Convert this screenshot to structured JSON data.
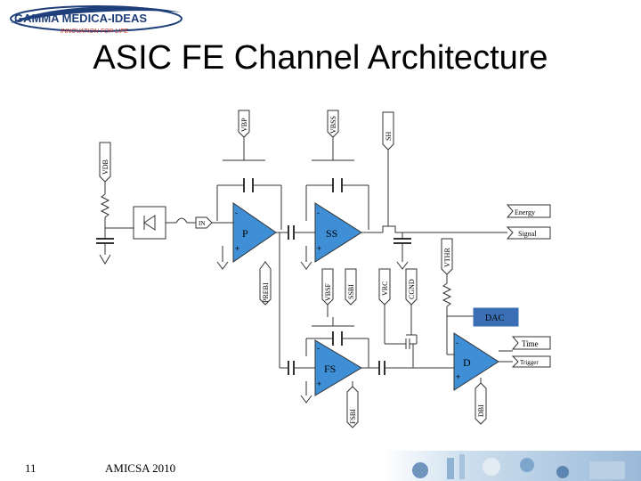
{
  "logo": {
    "company": "GAMMA MEDICA-IDEAS",
    "tagline": "INNOVATION FOR LIFE"
  },
  "title": "ASIC FE Channel Architecture",
  "diagram": {
    "vdb": "VDB",
    "vbp": "VBP",
    "vbss": "VBSS",
    "sh": "SH",
    "in": "IN",
    "p": "P",
    "ss": "SS",
    "prebi": "PREBI",
    "vbsf": "VBSF",
    "ssbi": "SSBI",
    "vrc": "VRC",
    "cgnd": "CGND",
    "vthr": "VTHR",
    "dac": "DAC",
    "energy": "Energy",
    "signal": "Signal",
    "time": "Time",
    "trigger": "Trigger",
    "fs": "FS",
    "d": "D",
    "fsbi": "FSBI",
    "dbi": "DBI",
    "minus": "-",
    "plus": "+"
  },
  "footer": {
    "page": "11",
    "text": "AMICSA 2010"
  },
  "colors": {
    "dac_fill": "#3a6fb5",
    "logo_blue": "#1f3f7a",
    "amp_fill": "#3f8fd6"
  }
}
